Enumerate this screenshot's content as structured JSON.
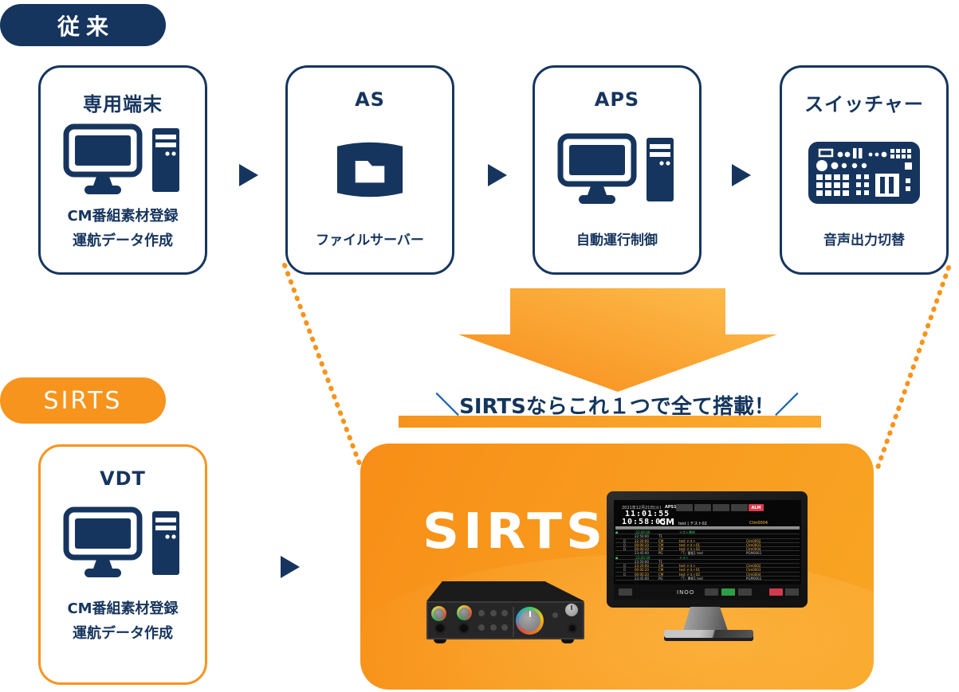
{
  "colors": {
    "navy": "#16355E",
    "orange": "#F7941D",
    "arrow_gradient_start": "#F78C1B",
    "arrow_gradient_end": "#FDBE4D",
    "headline_slash_blue": "#1D64B5",
    "alarm_red": "#DE3A4E",
    "table_green": "#35D05A",
    "table_amber": "#FFBF4A"
  },
  "legacy_badge": "従来",
  "legacy_cards": [
    {
      "title": "専用端末",
      "icon": "desktop-pc",
      "lines": [
        "CM番組素材登録",
        "運航データ作成"
      ]
    },
    {
      "title": "AS",
      "icon": "file-server",
      "lines": [
        "ファイルサーバー"
      ]
    },
    {
      "title": "APS",
      "icon": "desktop-pc",
      "lines": [
        "自動運行制御"
      ]
    },
    {
      "title": "スイッチャー",
      "icon": "switcher",
      "lines": [
        "音声出力切替"
      ]
    }
  ],
  "sirts_badge": "SIRTS",
  "vdt_card": {
    "title": "VDT",
    "lines": [
      "CM番組素材登録",
      "運航データ作成"
    ]
  },
  "headline": {
    "slash_left": "＼",
    "text": "SIRTSならこれ１つで全て搭載！",
    "slash_right": "／"
  },
  "sirts_box": {
    "logo": "SIRTS",
    "monitor_screen": {
      "date": "2021年12月21日(火)",
      "clock_main": "11:01:55",
      "clock_sub": "10:58:05",
      "aps_label": "APS1",
      "alarm_button": "ALM",
      "mode_label": "CM",
      "now_playing": "test | テスト02",
      "now_id": "Ctm0004",
      "footer_logo": "INOO",
      "table_rows": [
        {
          "mark": "●",
          "d": "",
          "time": "-23:00:00",
          "type": "",
          "title": "テスト番組",
          "id": "",
          "color": "green"
        },
        {
          "mark": "",
          "d": "",
          "time": "22:50:00",
          "type": "T1",
          "title": "",
          "id": "",
          "color": "white"
        },
        {
          "mark": "",
          "d": "D",
          "time": "22:20:00",
          "type": "CM",
          "title": "test テスト",
          "id": "Ctm0002",
          "color": "amber"
        },
        {
          "mark": "",
          "d": "D",
          "time": "00:00:20",
          "type": "CM",
          "title": "test テスト01",
          "id": "Ctm0003",
          "color": "amber"
        },
        {
          "mark": "",
          "d": "D",
          "time": "00:00:20",
          "type": "CM",
          "title": "test テスト02",
          "id": "Ctm0004",
          "color": "amber"
        },
        {
          "mark": "",
          "d": "",
          "time": "23:45:00",
          "type": "PG",
          "title": "『T』番組1 test",
          "id": "PGM0002",
          "color": "white"
        },
        {
          "mark": "●",
          "d": "",
          "time": "-23:00:00",
          "type": "",
          "title": "テスト",
          "id": "",
          "color": "green"
        },
        {
          "mark": "",
          "d": "",
          "time": "23:50:00",
          "type": "T1",
          "title": "",
          "id": "",
          "color": "white"
        },
        {
          "mark": "",
          "d": "D",
          "time": "23:20:00",
          "type": "CM",
          "title": "test テスト",
          "id": "Ctm0002",
          "color": "amber"
        },
        {
          "mark": "",
          "d": "D",
          "time": "00:00:20",
          "type": "CM",
          "title": "test テスト01",
          "id": "Ctm0003",
          "color": "amber"
        },
        {
          "mark": "",
          "d": "D",
          "time": "00:00:20",
          "type": "CM",
          "title": "test テスト02",
          "id": "Ctm0004",
          "color": "amber"
        },
        {
          "mark": "",
          "d": "",
          "time": "23:45:00",
          "type": "PG",
          "title": "『T』番組1 test",
          "id": "PGM0002",
          "color": "white"
        }
      ]
    }
  }
}
